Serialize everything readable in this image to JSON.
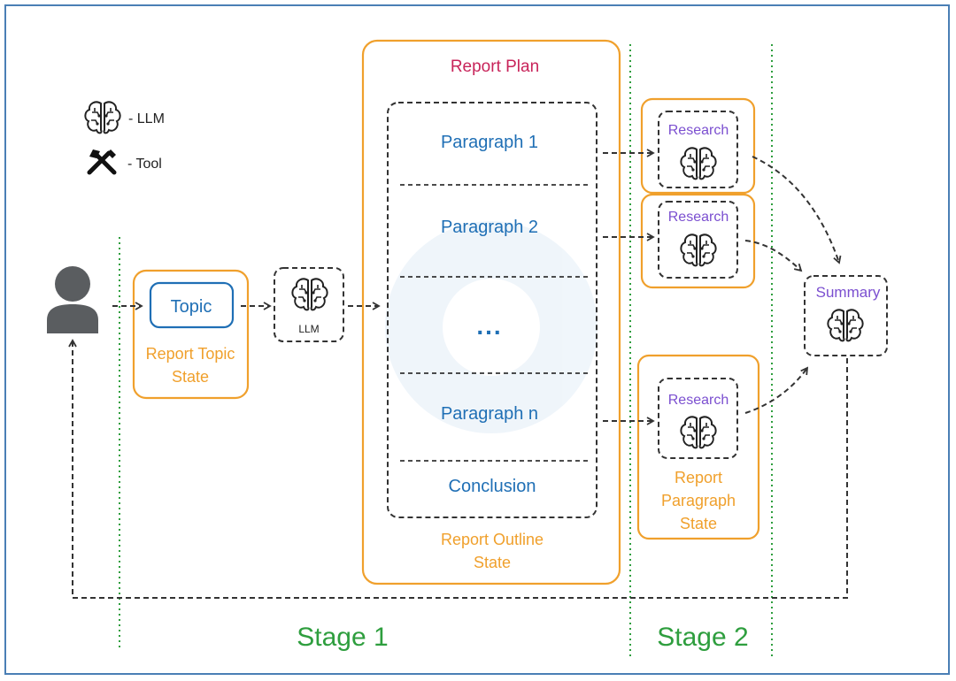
{
  "colors": {
    "orange": "#f0a02c",
    "blue_text": "#1f6fb5",
    "plan_title": "#c8245a",
    "purple": "#7b4fd0",
    "green": "#2e9e3e",
    "dash": "#333333",
    "user_gray": "#5a5d60",
    "border_blue": "#4a7fb5"
  },
  "legend": {
    "llm_label": "- LLM",
    "tool_label": "- Tool"
  },
  "stage1": {
    "topic_label": "Topic",
    "topic_state_line1": "Report Topic",
    "topic_state_line2": "State",
    "llm_label": "LLM"
  },
  "plan": {
    "title": "Report Plan",
    "paragraphs": [
      "Paragraph 1",
      "Paragraph 2",
      "...",
      "Paragraph n",
      "Conclusion"
    ],
    "outline_state_line1": "Report Outline",
    "outline_state_line2": "State"
  },
  "stage2": {
    "research_label": "Research",
    "paragraph_state_line1": "Report",
    "paragraph_state_line2": "Paragraph",
    "paragraph_state_line3": "State",
    "summary_label": "Summary"
  },
  "stages": {
    "stage1_label": "Stage 1",
    "stage2_label": "Stage 2"
  },
  "icons": [
    "brain-icon",
    "tools-icon",
    "user-icon"
  ]
}
